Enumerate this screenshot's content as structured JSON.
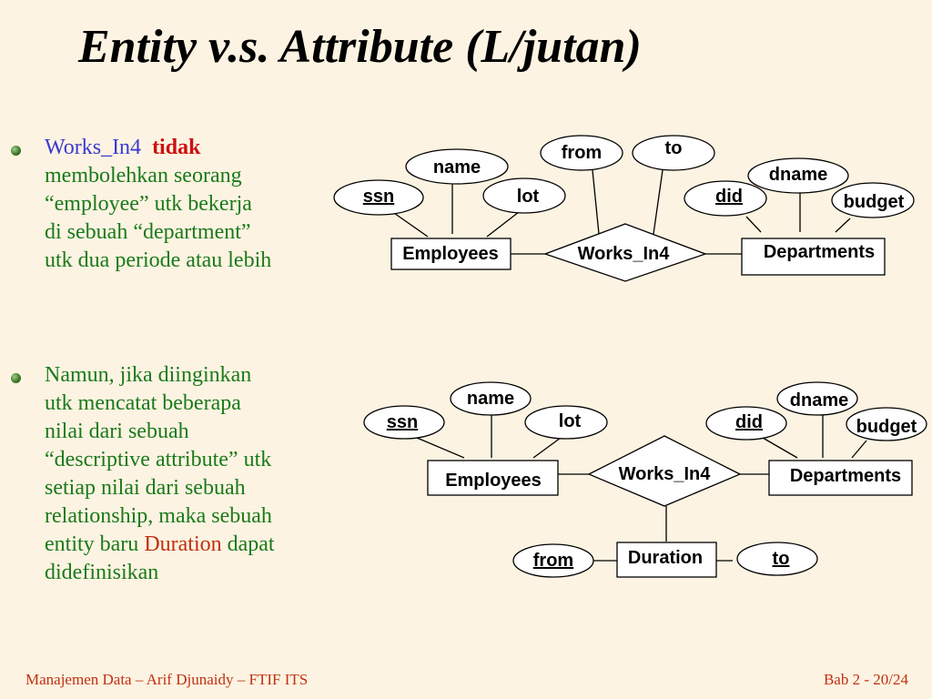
{
  "slide": {
    "title": "Entity v.s. Attribute (L/jutan)",
    "footer_left": "Manajemen Data – Arif Djunaidy – FTIF ITS",
    "footer_right": "Bab 2 - 20/24"
  },
  "bullets": [
    {
      "highlight": "Works_In4",
      "emphasis": "tidak",
      "lines": [
        "membolehkan seorang",
        "“employee” utk bekerja",
        "di sebuah “department”",
        "utk dua periode atau lebih"
      ]
    },
    {
      "lines": [
        "Namun, jika diinginkan",
        "utk mencatat beberapa",
        "nilai dari sebuah",
        "“descriptive attribute” utk",
        "setiap nilai dari sebuah",
        "relationship, maka sebuah"
      ],
      "line7_pre": "entity baru",
      "line7_highlight": "Duration",
      "line7_post": "dapat",
      "line8": "didefinisikan"
    }
  ],
  "diagram1": {
    "entity_left": "Employees",
    "relationship": "Works_In4",
    "entity_right": "Departments",
    "attr_ssn": "ssn",
    "attr_name": "name",
    "attr_lot": "lot",
    "attr_from": "from",
    "attr_to": "to",
    "attr_did": "did",
    "attr_dname": "dname",
    "attr_budget": "budget"
  },
  "diagram2": {
    "entity_left": "Employees",
    "relationship": "Works_In4",
    "entity_right": "Departments",
    "entity_bottom": "Duration",
    "attr_ssn": "ssn",
    "attr_name": "name",
    "attr_lot": "lot",
    "attr_did": "did",
    "attr_dname": "dname",
    "attr_budget": "budget",
    "attr_from": "from",
    "attr_to": "to"
  }
}
